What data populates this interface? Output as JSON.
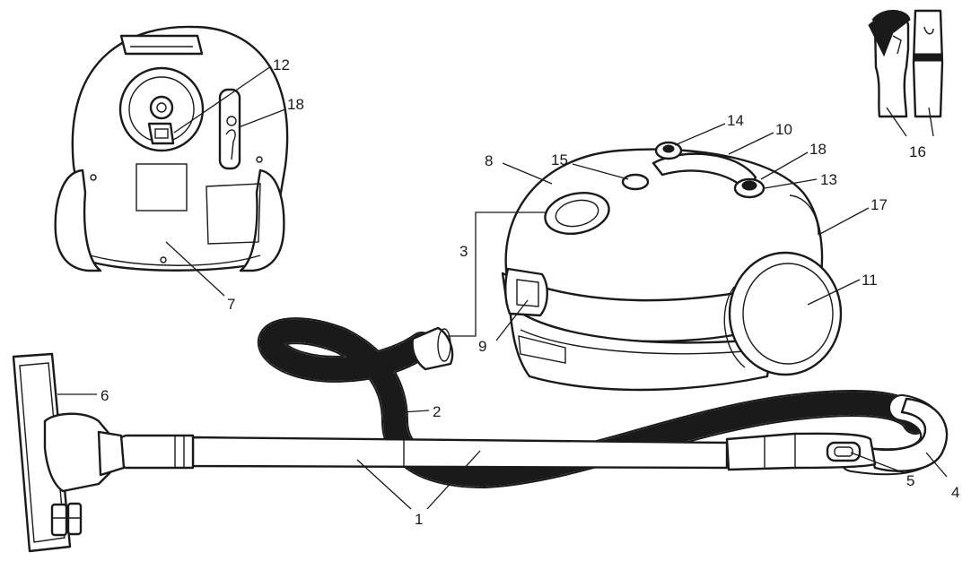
{
  "labels": {
    "l1a": "1",
    "l1b": "1",
    "l2": "2",
    "l3": "3",
    "l4": "4",
    "l5": "5",
    "l6": "6",
    "l7": "7",
    "l8": "8",
    "l9": "9",
    "l10": "10",
    "l11": "11",
    "l12": "12",
    "l13": "13",
    "l14": "14",
    "l15": "15",
    "l16": "16",
    "l17": "17",
    "l18a": "18",
    "l18b": "18"
  }
}
